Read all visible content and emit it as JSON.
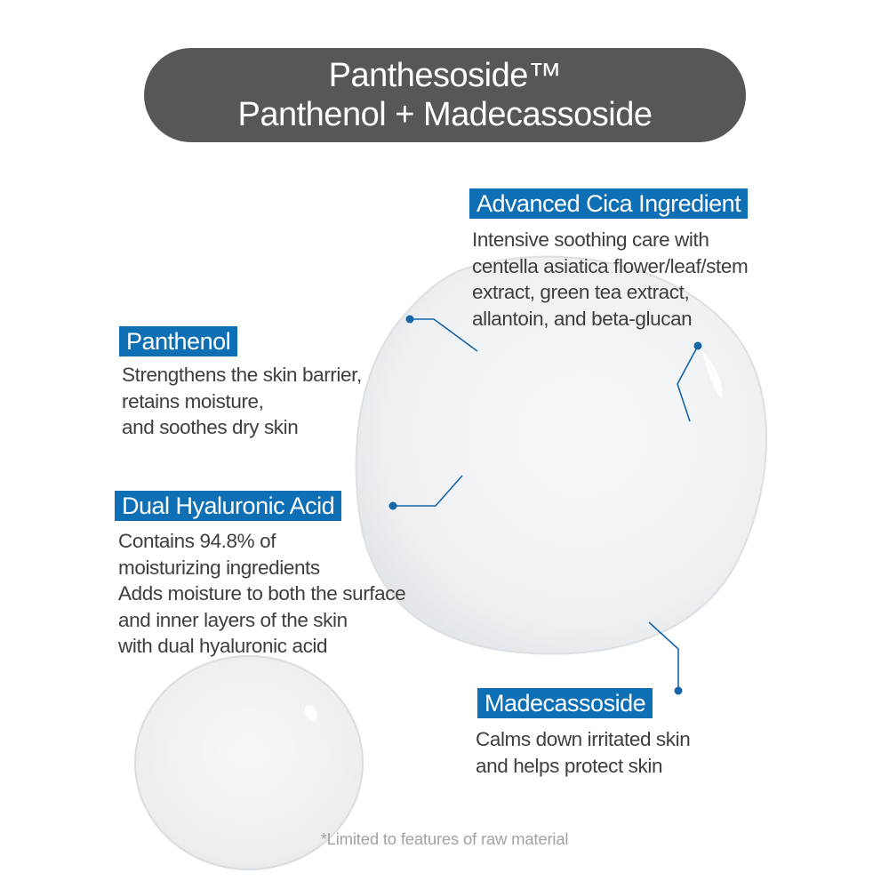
{
  "header": {
    "line1": "Panthesoside™",
    "line2": "Panthenol + Madecassoside"
  },
  "features": {
    "advanced_cica": {
      "label": "Advanced Cica Ingredient",
      "lines": [
        "Intensive soothing care with",
        "centella asiatica flower/leaf/stem",
        "extract, green tea extract,",
        "allantoin, and beta-glucan"
      ]
    },
    "panthenol": {
      "label": "Panthenol",
      "lines": [
        "Strengthens the skin barrier,",
        "retains moisture,",
        "and soothes dry skin"
      ]
    },
    "dual_hyaluronic": {
      "label": "Dual Hyaluronic Acid",
      "lines": [
        "Contains 94.8% of",
        "moisturizing ingredients",
        "Adds moisture to both the surface",
        "and inner layers of the skin",
        "with dual hyaluronic acid"
      ]
    },
    "madecassoside": {
      "label": "Madecassoside",
      "lines": [
        "Calms down irritated skin",
        "and helps protect skin"
      ]
    }
  },
  "footnote": "*Limited to features of raw material",
  "colors": {
    "label_bg": "#0f6fb4",
    "pill_bg": "#575757",
    "connector": "#1565a8"
  }
}
